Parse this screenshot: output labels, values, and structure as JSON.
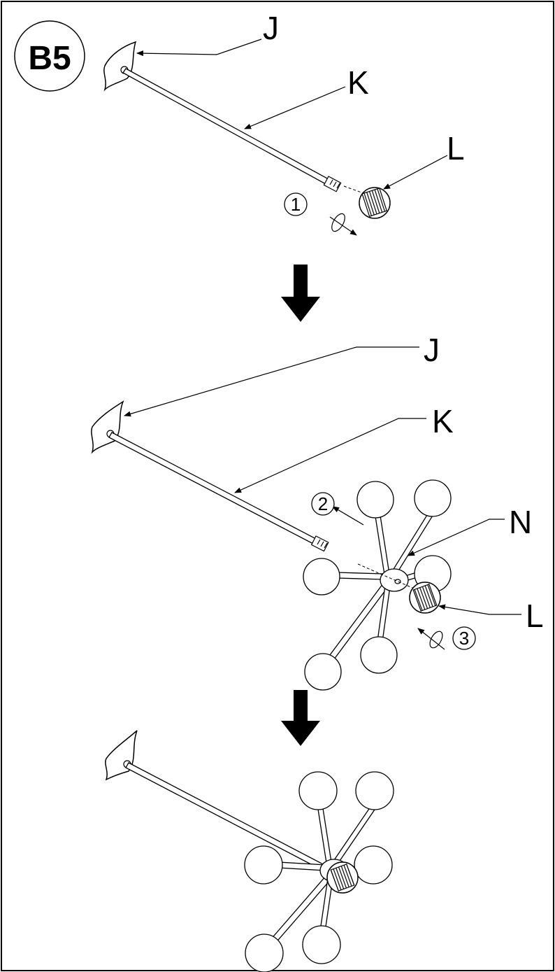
{
  "step_badge": "B5",
  "labels": {
    "panel1_j": "J",
    "panel1_k": "K",
    "panel1_l": "L",
    "panel2_j": "J",
    "panel2_k": "K",
    "panel2_n": "N",
    "panel2_l": "L"
  },
  "step_numbers": {
    "one": "1",
    "two": "2",
    "three": "3"
  },
  "icons": {
    "step_arrow": "down-arrow-icon",
    "rotate": "rotate-icon"
  },
  "colors": {
    "line": "#000000",
    "background": "#ffffff"
  }
}
